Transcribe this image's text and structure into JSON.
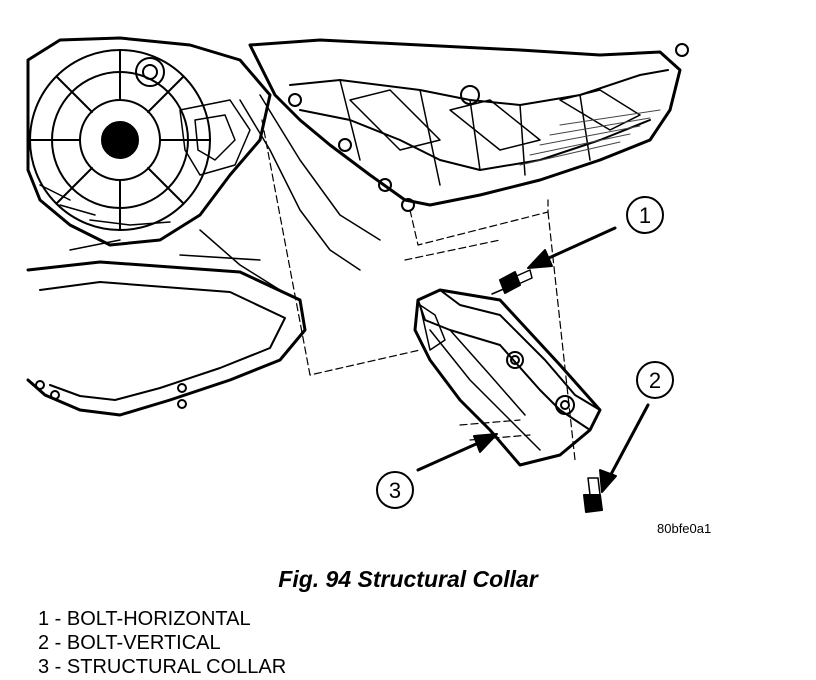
{
  "figure": {
    "image_code": "80bfe0a1",
    "caption": "Fig. 94 Structural Collar",
    "callouts": [
      {
        "number": "1",
        "name": "BOLT-HORIZONTAL"
      },
      {
        "number": "2",
        "name": "BOLT-VERTICAL"
      },
      {
        "number": "3",
        "name": "STRUCTURAL COLLAR"
      }
    ],
    "legend": [
      "1 - BOLT-HORIZONTAL",
      "2 - BOLT-VERTICAL",
      "3 - STRUCTURAL COLLAR"
    ]
  }
}
